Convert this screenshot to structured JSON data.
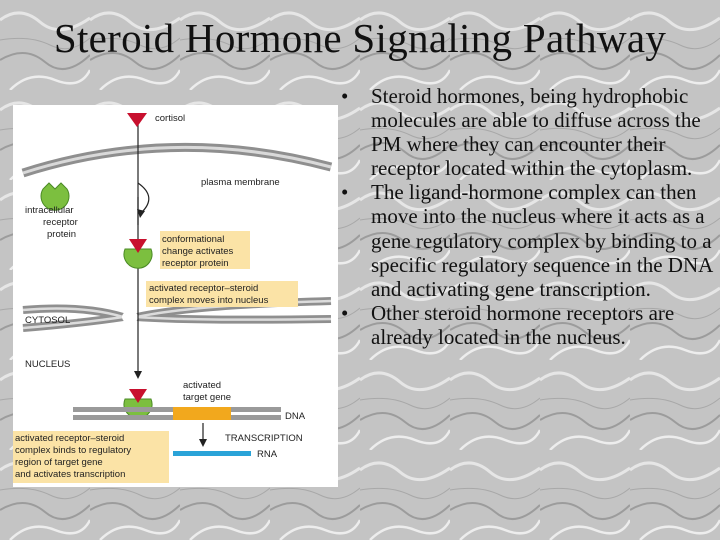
{
  "title": "Steroid Hormone Signaling Pathway",
  "bullets": [
    "Steroid hormones, being hydrophobic molecules are able to diffuse across the PM where they can encounter their receptor located within the cytoplasm.",
    "The ligand-hormone complex can then move into the nucleus where it acts as a gene regulatory complex by binding to a specific regulatory sequence in the DNA and activating gene transcription.",
    "Other steroid hormone receptors are already located in the nucleus."
  ],
  "bullet_symbol": "•",
  "diagram": {
    "cortisol": "cortisol",
    "plasma_membrane": "plasma membrane",
    "receptor_1": "intracellular",
    "receptor_2": "receptor",
    "receptor_3": "protein",
    "conf_1": "conformational",
    "conf_2": "change activates",
    "conf_3": "receptor protein",
    "act_1": "activated receptor–steroid",
    "act_2": "complex moves into nucleus",
    "cytosol": "CYTOSOL",
    "nucleus": "NUCLEUS",
    "target_1": "activated",
    "target_2": "target gene",
    "dna": "DNA",
    "transcription": "TRANSCRIPTION",
    "rna": "RNA",
    "bind_1": "activated receptor–steroid",
    "bind_2": "complex binds to regulatory",
    "bind_3": "region of target gene",
    "bind_4": "and activates transcription"
  },
  "colors": {
    "hormone": "#c8102e",
    "receptor": "#7cbf3f",
    "label_box": "#fbe3a6",
    "membrane": "#8f8f8f",
    "dna": "#9a9a9a",
    "dna_gene": "#f2a81d",
    "rna": "#2aa3d8"
  }
}
